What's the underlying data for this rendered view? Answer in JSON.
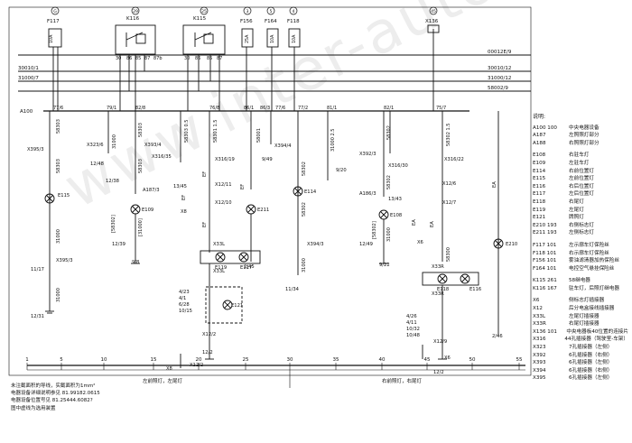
{
  "watermark": "www.inter-autoris.su",
  "top_fuses": [
    {
      "circle": "G",
      "code": "F117",
      "rating": "10A"
    },
    {
      "circle": "29",
      "code": "K116"
    },
    {
      "circle": "25",
      "code": "K115"
    },
    {
      "circle": "3",
      "code": "F156",
      "rating": "25A"
    },
    {
      "circle": "5",
      "code": "F164",
      "rating": "10A"
    },
    {
      "circle": "4",
      "code": "F118",
      "rating": "10A"
    },
    {
      "circle": "45",
      "code": "X136"
    }
  ],
  "bus_lines": [
    {
      "left": "",
      "right": "00012E/9"
    },
    {
      "left": "30010/1",
      "right": "30010/12"
    },
    {
      "left": "31000/7",
      "right": "31000/12"
    },
    {
      "left": "",
      "right": "58002/9"
    }
  ],
  "relay_terminals": [
    "30",
    "86",
    "85",
    "87",
    "87b",
    "30",
    "86",
    "85",
    "87"
  ],
  "a100": {
    "label": "A100",
    "pins": [
      "77/6",
      "79/1",
      "82/8",
      "76/8",
      "86/1",
      "86/3",
      "77/6",
      "77/2",
      "81/1",
      "82/1",
      "75/7"
    ]
  },
  "labels": {
    "x395_3": "X395/3",
    "x323_6": "X323/6",
    "x393_4": "X393/4",
    "x316_35": "X316/35",
    "x316_19": "X316/19",
    "x394_4": "X394/4",
    "x392_3": "X392/3",
    "x316_30": "X316/30",
    "x316_22": "X316/22",
    "x395_3b": "X395/3",
    "x394_3": "X394/3",
    "a187_3": "A187/3",
    "a186_3": "A186/3",
    "x12_11": "X12/11",
    "x12_10": "X12/10",
    "x12_6": "X12/6",
    "x12_7": "X12/7",
    "x33l": "X33L",
    "x33l2": "X33L",
    "x33r": "X33R",
    "x33r2": "X33R",
    "x12_9": "X12/9",
    "x12_2a": "X12/2",
    "x12_2b": "X12/2",
    "x8a": "X8",
    "x8b": "X8",
    "x6a": "X6",
    "x6b": "X6",
    "e115": "E115",
    "e109": "E109",
    "e119": "E119",
    "e117": "E117",
    "e121": "E121",
    "e114": "E114",
    "e211": "E211",
    "e108": "E108",
    "e118": "E118",
    "e116": "E116",
    "e210": "E210",
    "ef1": "EF",
    "ef2": "EF",
    "ef3": "EF",
    "ef4": "EF",
    "ea1": "EA",
    "ea2": "EA",
    "ea3": "EA",
    "w12_48": "12/48",
    "w12_38": "12/38",
    "w13_45": "13/45",
    "w9_49": "9/49",
    "w9_20": "9/20",
    "w13_43": "13/43",
    "w11_17": "11/17",
    "w12_31": "12/31",
    "w12_39": "12/39",
    "w9_8": "9/8",
    "w2_45": "2/45",
    "w11_34": "11/34",
    "w12_49": "12/49",
    "w9_22": "9/22",
    "w2_46": "2/46",
    "w12_2a": "12/2",
    "w12_2b": "12/2",
    "group_left": [
      "4/23",
      "4/1",
      "6/28",
      "10/15"
    ],
    "group_right": [
      "4/26",
      "4/11",
      "10/32",
      "10/48"
    ],
    "wire_58303": "58303",
    "wire_31000": "31000",
    "wire_58302": "58302",
    "wire_58301": "58301",
    "wire_58300": "58300",
    "wire_58303_05": "58303 0.5",
    "wire_58301_15": "58301 1.5",
    "wire_58302_15": "58302 1.5",
    "wire_31000_25": "31000 2.5",
    "wire_5830a": "[58302]",
    "wire_3100a": "[31000]",
    "wire_58001": "58001"
  },
  "scale": {
    "ticks": [
      "1",
      "5",
      "10",
      "15",
      "20",
      "25",
      "30",
      "35",
      "40",
      "45",
      "50",
      "55"
    ]
  },
  "bottom_sections": [
    "左前照灯，左尾灯",
    "右前照灯，右尾灯"
  ],
  "notes": [
    "未注截面积的导线，实截面积为1mm²",
    "电器设备详细说明参见 81.99182.0615",
    "电器设备位置号见 81.25444.6082?",
    "图中虚线为选用装置"
  ],
  "legend_title": "说明:",
  "legend": [
    {
      "code": "A100 100",
      "desc": "中央电器设备"
    },
    {
      "code": "A187",
      "desc": "左照照灯部分"
    },
    {
      "code": "A188",
      "desc": "右照照灯部分"
    },
    {
      "gap": true
    },
    {
      "code": "E108",
      "desc": "右驻车灯"
    },
    {
      "code": "E109",
      "desc": "左驻车灯"
    },
    {
      "code": "E114",
      "desc": "右前位置灯"
    },
    {
      "code": "E115",
      "desc": "左前位置灯"
    },
    {
      "code": "E116",
      "desc": "右后位置灯"
    },
    {
      "code": "E117",
      "desc": "左后位置灯"
    },
    {
      "code": "E118",
      "desc": "右尾灯"
    },
    {
      "code": "E119",
      "desc": "左尾灯"
    },
    {
      "code": "E121",
      "desc": "牌照灯"
    },
    {
      "code": "E210 193",
      "desc": "右侧标志灯"
    },
    {
      "code": "E211 193",
      "desc": "左侧标志灯"
    },
    {
      "gap": true
    },
    {
      "code": "F117 101",
      "desc": "左示廓车灯保险丝"
    },
    {
      "code": "F118 101",
      "desc": "右示廓车灯保险丝"
    },
    {
      "code": "F156 101",
      "desc": "雾油滤清器加热保险丝"
    },
    {
      "code": "F164 101",
      "desc": "电控空气悬挂保险丝"
    },
    {
      "gap": true
    },
    {
      "code": "K115 261",
      "desc": "58继电器"
    },
    {
      "code": "K116 167",
      "desc": "驻车灯，后照灯继电器"
    },
    {
      "gap": true
    },
    {
      "code": "X6",
      "desc": "侧标志灯插接器"
    },
    {
      "code": "X12",
      "desc": "后分电盒接线插接器"
    },
    {
      "code": "X33L",
      "desc": "左尾灯插接器"
    },
    {
      "code": "X33R",
      "desc": "右尾灯插接器"
    },
    {
      "code": "X136 101",
      "desc": "中央电器板40位置的连接片"
    },
    {
      "code": "X316",
      "desc": "44孔插接器（驾驶室-车架）"
    },
    {
      "code": "X323",
      "desc": "7孔插接器（左侧）"
    },
    {
      "code": "X392",
      "desc": "6孔插接器（右侧）"
    },
    {
      "code": "X393",
      "desc": "6孔插接器（左侧）"
    },
    {
      "code": "X394",
      "desc": "6孔插接器（右侧）"
    },
    {
      "code": "X395",
      "desc": "6孔插接器（左侧）"
    }
  ]
}
